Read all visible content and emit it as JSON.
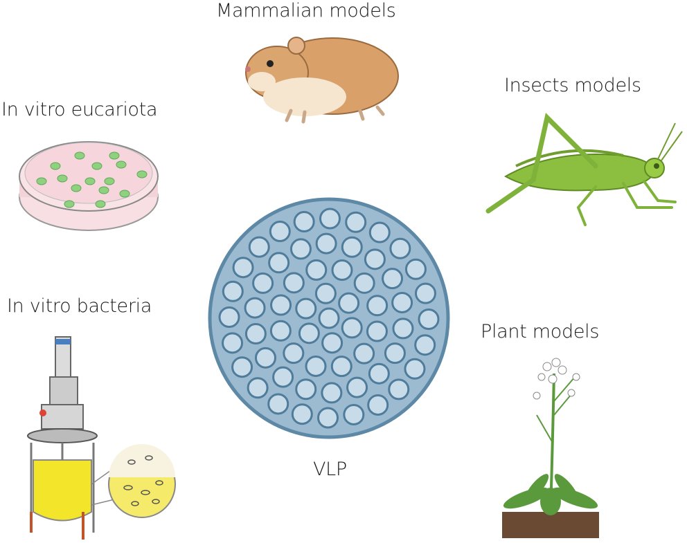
{
  "labels": {
    "mammalian": "Mammalian models",
    "eucariota": "In vitro eucariota",
    "insects": "Insects models",
    "bacteria": "In vitro bacteria",
    "plant": "Plant models",
    "vlp": "VLP"
  },
  "colors": {
    "vlp": "#8fb0c6",
    "vlp_dark": "#4f7c9b",
    "hamster": "#d9a06a",
    "grasshopper": "#8cbf3f",
    "culture": "#f3e52a",
    "petri_cells": "#8fd17f",
    "plant": "#5a9a3c",
    "soil": "#6b4a33"
  }
}
